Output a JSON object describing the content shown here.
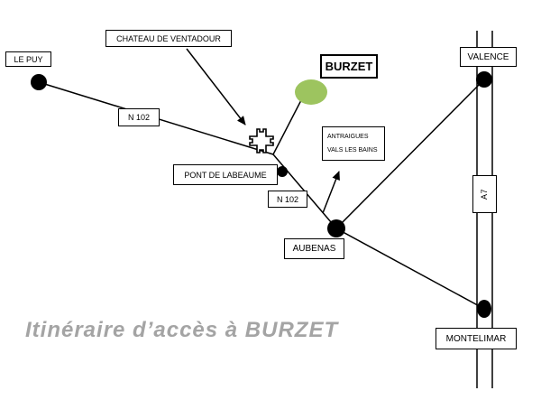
{
  "title": {
    "text": "Itinéraire d’accès à BURZET",
    "color": "#a4a4a4"
  },
  "places": {
    "le_puy": "LE PUY",
    "chateau_de_ventadour": "CHATEAU DE VENTADOUR",
    "burzet": "BURZET",
    "pont_de_labeaume": "PONT DE LABEAUME",
    "antraigues_line1": "ANTRAIGUES",
    "antraigues_line2": "VALS LES BAINS",
    "aubenas": "AUBENAS",
    "valence": "VALENCE",
    "montelimar": "MONTELIMAR"
  },
  "roads": {
    "n102_west": "N 102",
    "n102_south": "N 102",
    "a7": "A7"
  },
  "markers": {
    "burzet_town_color": "#9dc45f",
    "city_dot_color": "#000000",
    "castle_icon": "castle-plan-icon",
    "arrow_color": "#000000"
  }
}
